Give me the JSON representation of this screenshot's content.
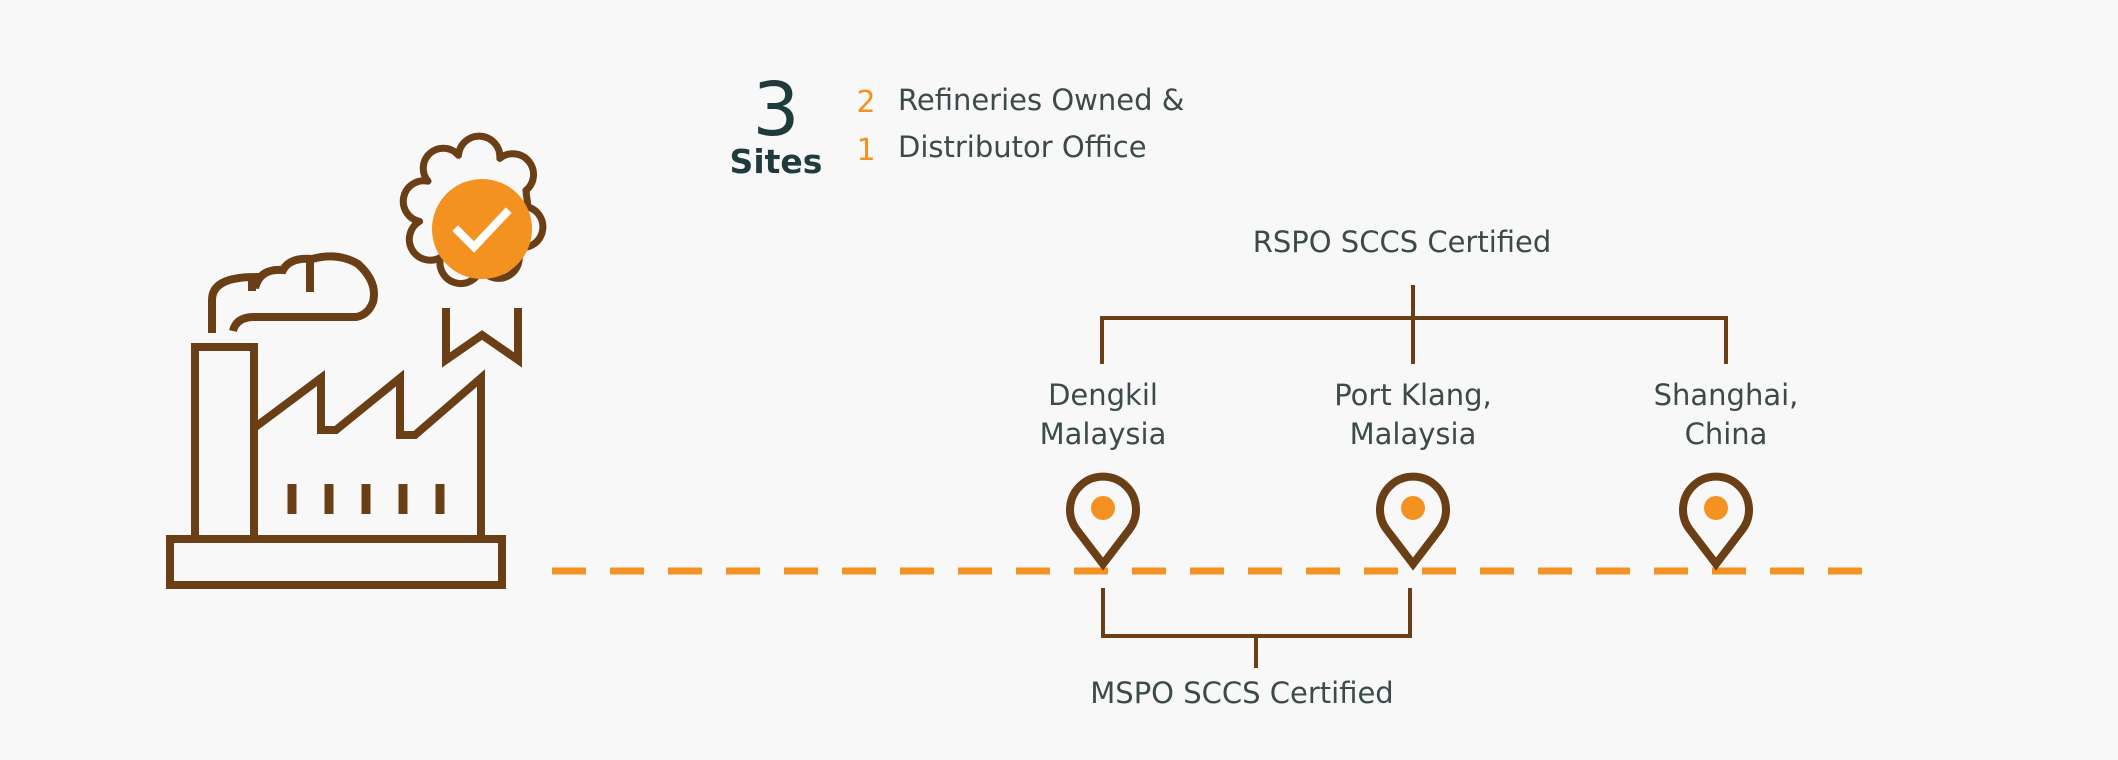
{
  "summary": {
    "count": "3",
    "count_label": "Sites",
    "breakdown": [
      {
        "number": "2",
        "label": "Refineries Owned &"
      },
      {
        "number": "1",
        "label": "Distributor Office"
      }
    ]
  },
  "certifications": {
    "rspo": "RSPO SCCS Certified",
    "mspo": "MSPO SCCS Certified"
  },
  "sites": [
    {
      "line1": "Dengkil",
      "line2": "Malaysia"
    },
    {
      "line1": "Port Klang,",
      "line2": "Malaysia"
    },
    {
      "line1": "Shanghai,",
      "line2": "China"
    }
  ],
  "icons": {
    "factory": "factory-icon",
    "badge": "certified-badge-icon",
    "pin": "location-pin-icon"
  },
  "colors": {
    "brown": "#6b3f16",
    "orange": "#f39220",
    "dark_text": "#1f3b3b",
    "gray_text": "#3d4a4a",
    "background": "#f8f8f8"
  }
}
